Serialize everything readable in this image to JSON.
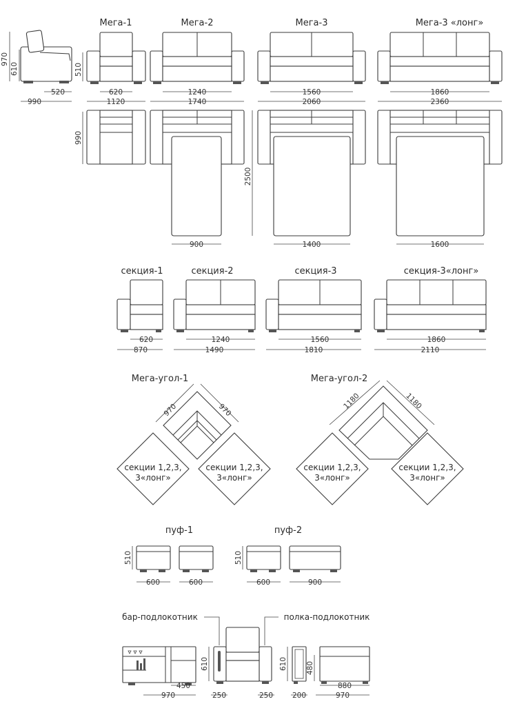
{
  "models": {
    "mega1": "Мега-1",
    "mega2": "Мега-2",
    "mega3": "Мега-3",
    "mega3long": "Мега-3 «лонг»"
  },
  "side_dims": {
    "h970": "970",
    "h610": "610",
    "h510": "510",
    "d520": "520",
    "d990": "990",
    "d990v": "990"
  },
  "front_dims": {
    "m1_seat": "620",
    "m1_total": "1120",
    "m2_seat": "1240",
    "m2_total": "1740",
    "m3_seat": "1560",
    "m3_total": "2060",
    "m3l_seat": "1860",
    "m3l_total": "2360"
  },
  "bed_dims": {
    "length": "2500",
    "m2_width": "900",
    "m3_width": "1400",
    "m3l_width": "1600"
  },
  "sections": {
    "s1": "секция-1",
    "s2": "секция-2",
    "s3": "секция-3",
    "s3l": "секция-3«лонг»",
    "s1_seat": "620",
    "s1_total": "870",
    "s2_seat": "1240",
    "s2_total": "1490",
    "s3_seat": "1560",
    "s3_total": "1810",
    "s3l_seat": "1860",
    "s3l_total": "2110"
  },
  "corners": {
    "c1": "Мега-угол-1",
    "c2": "Мега-угол-2",
    "c1_a": "970",
    "c1_b": "970",
    "c2_a": "1180",
    "c2_b": "1180",
    "sec_line1": "секции 1,2,3,",
    "sec_line2": "3«лонг»"
  },
  "poufs": {
    "p1": "пуф-1",
    "p2": "пуф-2",
    "h": "510",
    "p1_w1": "600",
    "p1_w2": "600",
    "p2_w1": "600",
    "p2_w2": "900"
  },
  "armrests": {
    "bar": "бар-подлокотник",
    "shelf": "полка-подлокотник",
    "bar_h": "610",
    "bar_w450": "450",
    "bar_w970": "970",
    "bar_w250": "250",
    "shelf_w250": "250",
    "shelf_h610": "610",
    "shelf_h480": "480",
    "shelf_w200": "200",
    "shelf_w880": "880",
    "shelf_w970": "970"
  }
}
